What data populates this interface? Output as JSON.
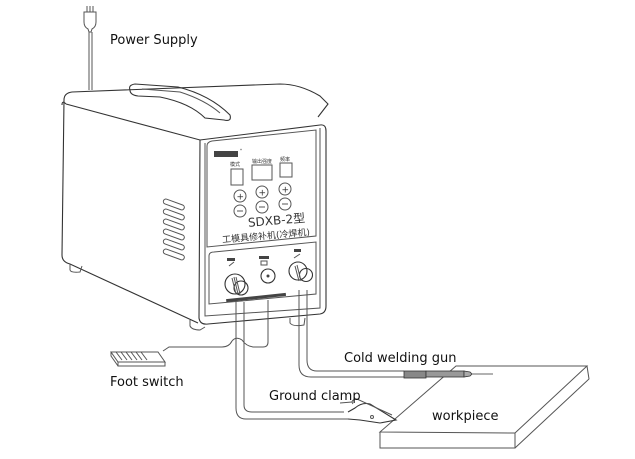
{
  "diagram": {
    "title": "Cold welding machine connection diagram",
    "labels": {
      "power_supply": "Power Supply",
      "foot_switch": "Foot switch",
      "cold_welding_gun": "Cold welding gun",
      "ground_clamp": "Ground clamp",
      "workpiece": "workpiece"
    },
    "machine": {
      "model": "SDXB-2型",
      "name_cn": "工模具修补机(冷焊机)",
      "display_labels": [
        "模式",
        "输出强度",
        "频率"
      ],
      "plus_symbol": "+",
      "minus_symbol": "−"
    }
  }
}
